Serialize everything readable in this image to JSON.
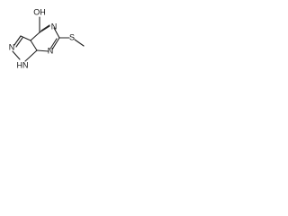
{
  "molecule": {
    "labels": {
      "oh": "OH",
      "n_top": "N",
      "n_mid": "N",
      "n_left": "N",
      "hn": "HN",
      "s": "S"
    }
  }
}
